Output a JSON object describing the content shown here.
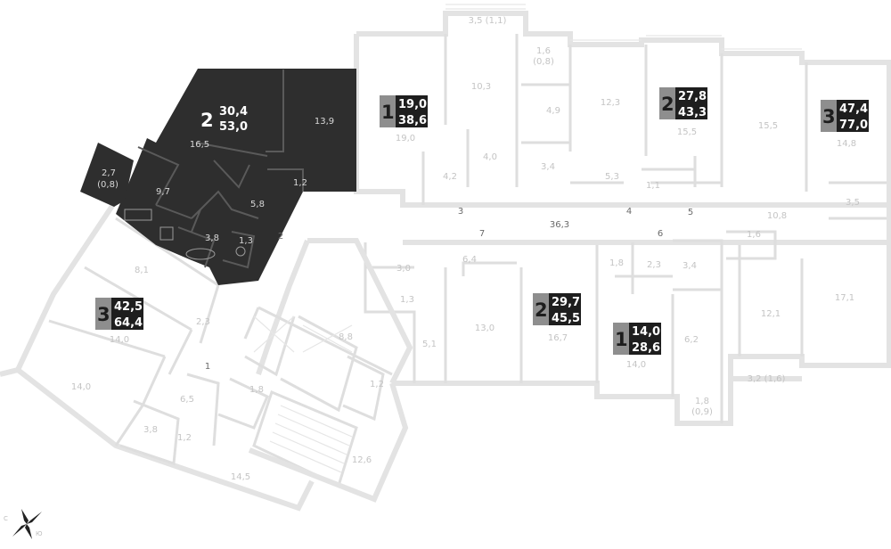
{
  "apartments": [
    {
      "id": "apt-2-dark",
      "rooms": "2",
      "living": "30,4",
      "total": "53,0",
      "selected": true
    },
    {
      "id": "apt-1-a",
      "rooms": "1",
      "living": "19,0",
      "total": "38,6",
      "selected": false
    },
    {
      "id": "apt-2-b",
      "rooms": "2",
      "living": "27,8",
      "total": "43,3",
      "selected": false
    },
    {
      "id": "apt-3-a",
      "rooms": "3",
      "living": "47,4",
      "total": "77,0",
      "selected": false
    },
    {
      "id": "apt-3-b",
      "rooms": "3",
      "living": "42,5",
      "total": "64,4",
      "selected": false
    },
    {
      "id": "apt-2-c",
      "rooms": "2",
      "living": "29,7",
      "total": "45,5",
      "selected": false
    },
    {
      "id": "apt-1-b",
      "rooms": "1",
      "living": "14,0",
      "total": "28,6",
      "selected": false
    }
  ],
  "dark_rooms": [
    "16,5",
    "13,9",
    "9,7",
    "5,8",
    "3,8",
    "1,3",
    "1,2",
    "2,7",
    "(0,8)"
  ],
  "rooms": [
    "3,5 (1,1)",
    "1,6",
    "(0,8)",
    "10,3",
    "12,3",
    "19,0",
    "4,9",
    "15,5",
    "15,5",
    "14,8",
    "4,2",
    "4,0",
    "3,4",
    "5,3",
    "1,1",
    "3,5",
    "10,8",
    "1,6",
    "3,4",
    "2,3",
    "1,8",
    "3,0",
    "1,3",
    "6,4",
    "13,0",
    "16,7",
    "17,1",
    "12,1",
    "5,1",
    "6,2",
    "14,0",
    "3,2 (1,6)",
    "1,8",
    "(0,9)",
    "8,1",
    "2,3",
    "14,0",
    "14,0",
    "8,8",
    "1,2",
    "1,8",
    "6,5",
    "3,8",
    "1,2",
    "12,6",
    "14,5"
  ],
  "corridors": [
    "1",
    "2",
    "3",
    "4",
    "5",
    "6",
    "7",
    "36,3"
  ],
  "compass": {
    "south": "С",
    "north": "Ю"
  },
  "colors": {
    "selected_fill": "#2e2e2e",
    "badge_dark": "#1e1e1e",
    "badge_grey": "#8e8e8e",
    "wall": "#dedede"
  }
}
